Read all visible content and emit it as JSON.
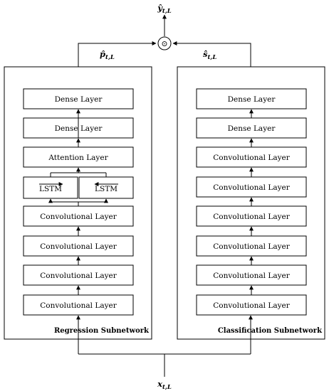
{
  "output": {
    "symbol": "ŷ",
    "subscript": "t,L",
    "operator": "⊙"
  },
  "input": {
    "symbol": "x",
    "subscript": "t,L"
  },
  "regression": {
    "title": "Regression Subnetwork",
    "output_symbol": "p̂",
    "output_subscript": "t,L",
    "top_layers": [
      "Dense Layer",
      "Dense Layer",
      "Attention Layer"
    ],
    "lstm_layers": [
      "LSTM",
      "LSTM"
    ],
    "conv_layers": [
      "Convolutional Layer",
      "Convolutional Layer",
      "Convolutional Layer",
      "Convolutional Layer"
    ]
  },
  "classification": {
    "title": "Classification Subnetwork",
    "output_symbol": "ŝ",
    "output_subscript": "t,L",
    "layers": [
      "Dense Layer",
      "Dense Layer",
      "Convolutional Layer",
      "Convolutional Layer",
      "Convolutional Layer",
      "Convolutional Layer",
      "Convolutional Layer",
      "Convolutional Layer"
    ]
  }
}
